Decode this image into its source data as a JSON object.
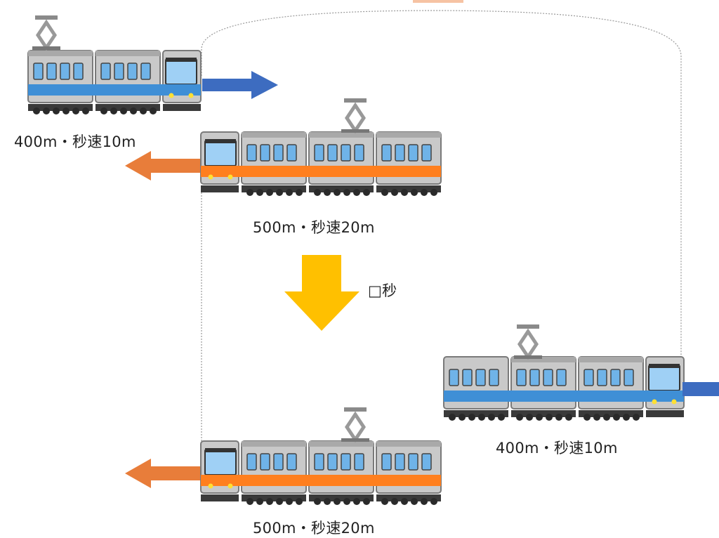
{
  "labels": {
    "train_top_blue": "400m・秒速10m",
    "train_top_orange": "500m・秒速20m",
    "time_box": "□",
    "time_unit": "秒",
    "train_bottom_blue": "400m・秒速10m",
    "train_bottom_orange": "500m・秒速20m"
  },
  "colors": {
    "blue_stripe": "#3f8fd6",
    "orange_stripe": "#ff7f1e",
    "blue_arrow": "#3d6cc0",
    "orange_arrow": "#e87d3a",
    "time_arrow": "#ffc000",
    "body": "#c9c9c9",
    "window": "#6fb3e8",
    "dashed_line": "#999999"
  }
}
